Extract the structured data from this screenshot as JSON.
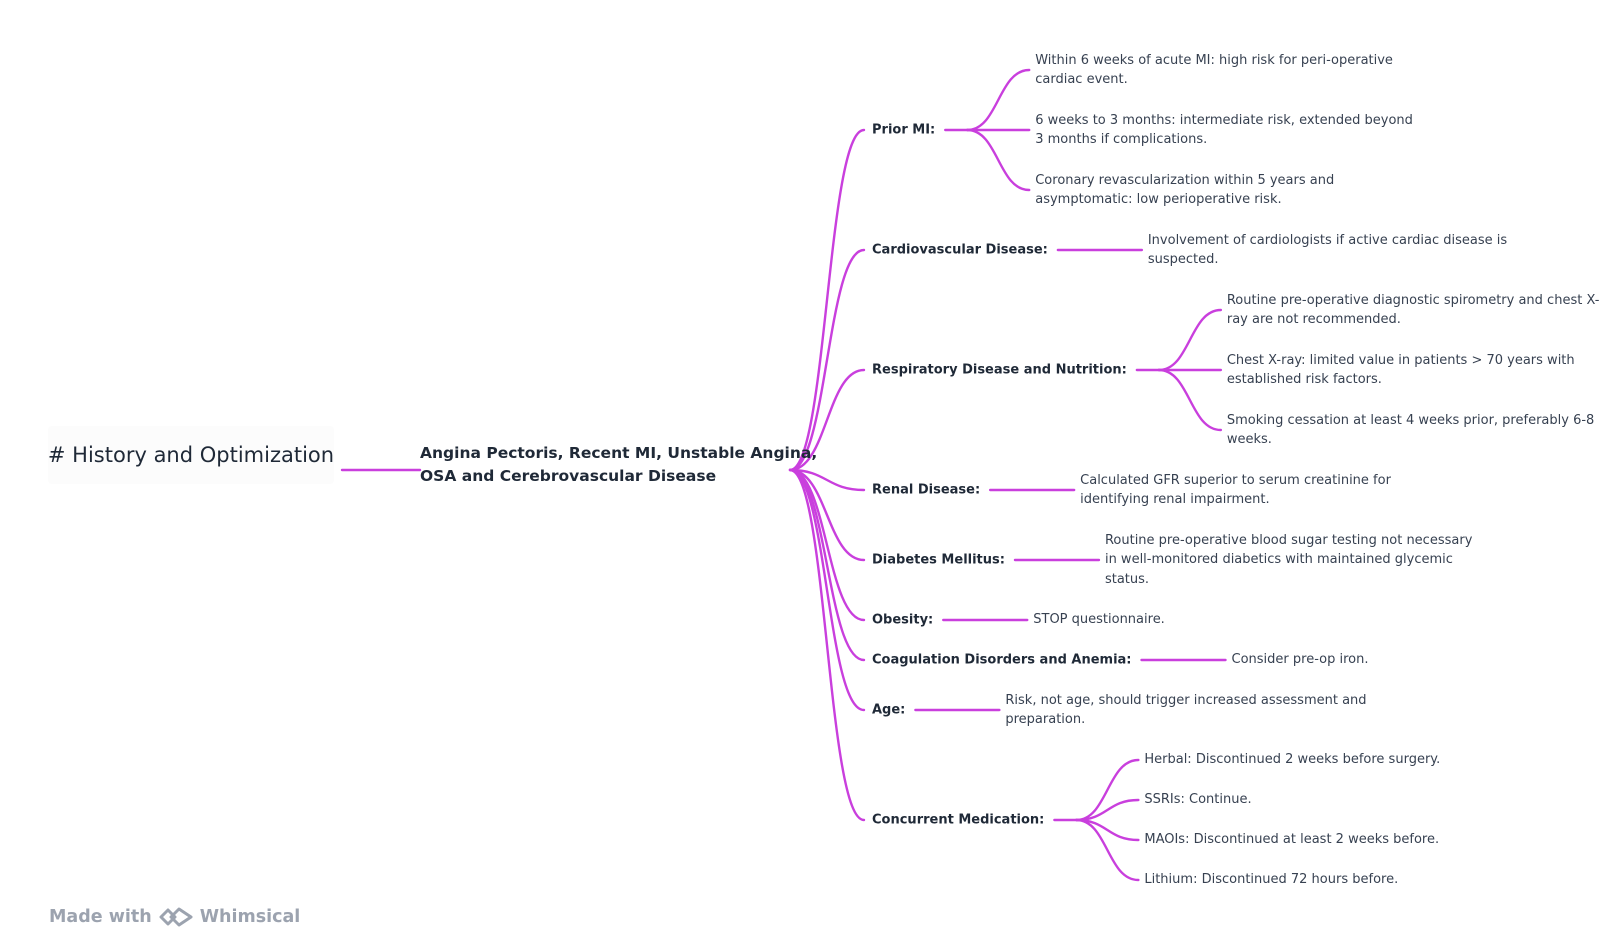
{
  "colors": {
    "edge": "#c93fdd",
    "footer": "#9ca3af"
  },
  "mindmap": {
    "root": "# History and Optimization",
    "center": [
      "Angina Pectoris, Recent MI, Unstable Angina,",
      "OSA and Cerebrovascular Disease"
    ],
    "branches": [
      {
        "label": "Prior MI:",
        "leaves": [
          [
            "Within 6 weeks of acute MI: high risk for peri-operative",
            "cardiac event."
          ],
          [
            "6 weeks to 3 months: intermediate risk, extended beyond",
            "3 months if complications."
          ],
          [
            "Coronary revascularization within 5 years and",
            "asymptomatic: low perioperative risk."
          ]
        ]
      },
      {
        "label": "Cardiovascular Disease:",
        "leaves": [
          [
            "Involvement of cardiologists if active cardiac disease is",
            "suspected."
          ]
        ]
      },
      {
        "label": "Respiratory Disease and Nutrition:",
        "leaves": [
          [
            "Routine pre-operative diagnostic spirometry and chest X-",
            "ray are not recommended."
          ],
          [
            "Chest X-ray: limited value in patients > 70 years with",
            "established risk factors."
          ],
          [
            "Smoking cessation at least 4 weeks prior, preferably 6-8",
            "weeks."
          ]
        ]
      },
      {
        "label": "Renal Disease:",
        "leaves": [
          [
            "Calculated GFR superior to serum creatinine for",
            "identifying renal impairment."
          ]
        ]
      },
      {
        "label": "Diabetes Mellitus:",
        "leaves": [
          [
            "Routine pre-operative blood sugar testing not necessary",
            "in well-monitored diabetics with maintained glycemic",
            "status."
          ]
        ]
      },
      {
        "label": "Obesity:",
        "leaves": [
          [
            "STOP questionnaire."
          ]
        ]
      },
      {
        "label": "Coagulation Disorders and Anemia:",
        "leaves": [
          [
            "Consider pre-op iron."
          ]
        ]
      },
      {
        "label": "Age:",
        "leaves": [
          [
            "Risk, not age, should trigger increased assessment and",
            "preparation."
          ]
        ]
      },
      {
        "label": "Concurrent Medication:",
        "leaves": [
          [
            "Herbal: Discontinued 2 weeks before surgery."
          ],
          [
            "SSRIs: Continue."
          ],
          [
            "MAOIs: Discontinued at least 2 weeks before."
          ],
          [
            "Lithium: Discontinued 72 hours before."
          ]
        ]
      }
    ]
  },
  "footer": {
    "made_with": "Made with",
    "brand": "Whimsical",
    "logo_icon": "whimsical-logo-icon"
  }
}
